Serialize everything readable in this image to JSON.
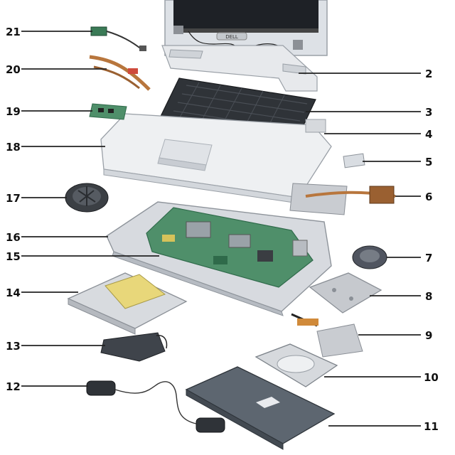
{
  "parts": [
    {
      "id": "part-21",
      "label": "21"
    },
    {
      "id": "part-20",
      "label": "20"
    },
    {
      "id": "part-19",
      "label": "19"
    },
    {
      "id": "part-18",
      "label": "18"
    },
    {
      "id": "part-17",
      "label": "17"
    },
    {
      "id": "part-16",
      "label": "16"
    },
    {
      "id": "part-15",
      "label": "15"
    },
    {
      "id": "part-14",
      "label": "14"
    },
    {
      "id": "part-13",
      "label": "13"
    },
    {
      "id": "part-12",
      "label": "12"
    },
    {
      "id": "part-2",
      "label": "2"
    },
    {
      "id": "part-3",
      "label": "3"
    },
    {
      "id": "part-4",
      "label": "4"
    },
    {
      "id": "part-5",
      "label": "5"
    },
    {
      "id": "part-6",
      "label": "6"
    },
    {
      "id": "part-7",
      "label": "7"
    },
    {
      "id": "part-8",
      "label": "8"
    },
    {
      "id": "part-9",
      "label": "9"
    },
    {
      "id": "part-10",
      "label": "10"
    },
    {
      "id": "part-11",
      "label": "11"
    }
  ],
  "display_logo": "DELL",
  "colors": {
    "background": "#ffffff",
    "plastic": "#e3e6ea",
    "plastic_dark": "#b9bec5",
    "metal": "#c9ccd1",
    "pcb": "#4f8f6a",
    "pcb_dark": "#2f6a4a",
    "keyboard": "#2f3338",
    "battery": "#5d6670",
    "copper": "#b8763d",
    "text": "#111111"
  }
}
